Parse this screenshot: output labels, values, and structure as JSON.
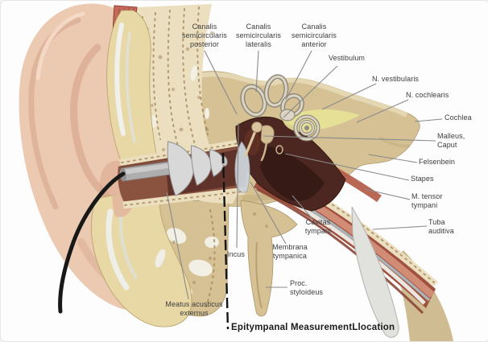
{
  "figure": {
    "caption": "Epitympanal MeasurementLlocation",
    "labels": {
      "canalis_posterior": "Canalis\nsemicircularis\nposterior",
      "canalis_lateralis": "Canalis\nsemicircularis\nlateralis",
      "canalis_anterior": "Canalis\nsemicircularis\nanterior",
      "vestibulum": "Vestibulum",
      "n_vestibularis": "N. vestibularis",
      "n_cochlearis": "N. cochlearis",
      "cochlea": "Cochlea",
      "malleus_caput": "Malleus,\nCaput",
      "felsenbein": "Felsenbein",
      "stapes": "Stapes",
      "m_tensor_tympani": "M. tensor\ntympani",
      "tuba_auditiva": "Tuba\nauditiva",
      "cavitas_tympani": "Cavitas\ntympani",
      "membrana_tympanica": "Membrana\ntympanica",
      "incus": "Incus",
      "proc_styloideus": "Proc.\nstyloideus",
      "meatus_acusticus_externus": "Meatus acusticus\nexternus"
    },
    "colors": {
      "skin": "#ecc9b1",
      "bone": "#d5c194",
      "spongy_bone": "#ecdfc0",
      "cartilage": "#e7d8a6",
      "muscle": "#c4695a",
      "cavity": "#4c2620",
      "nerve_highlight": "#e8e396",
      "probe": "#d8d8d8",
      "cable": "#181818",
      "leader_line": "#8a8a8a",
      "label_text": "#3d3d3d",
      "caption_text": "#1c1c1c"
    }
  }
}
